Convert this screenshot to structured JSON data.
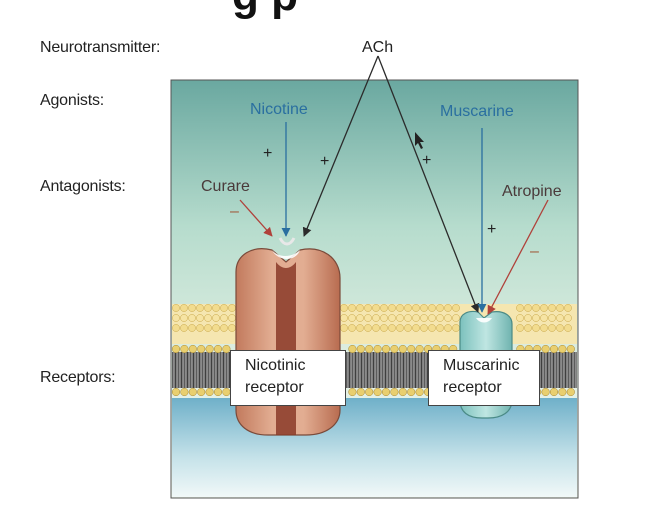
{
  "title_fragment": "g p",
  "row_labels": {
    "neurotransmitter": "Neurotransmitter:",
    "agonists": "Agonists:",
    "antagonists": "Antagonists:",
    "receptors": "Receptors:"
  },
  "neurotransmitter": "ACh",
  "agonists": {
    "nicotinic": "Nicotine",
    "muscarinic": "Muscarine"
  },
  "antagonists": {
    "nicotinic": "Curare",
    "muscarinic": "Atropine"
  },
  "signs": {
    "plus": "+",
    "minus": "–"
  },
  "receptors": {
    "nicotinic": {
      "line1": "Nicotinic",
      "line2": "receptor"
    },
    "muscarinic": {
      "line1": "Muscarinic",
      "line2": "receptor"
    }
  },
  "colors": {
    "extracellular_top": "#7fb9b0",
    "extracellular_mid": "#c7e3d6",
    "membrane_head": "#f2dc8f",
    "cytoplasm": "#8ec3d6",
    "nicotinic_receptor": "#d7987c",
    "muscarinic_receptor": "#9bd3cf",
    "agonist_arrow": "#2a6fa0",
    "antagonist_arrow": "#b0413a"
  }
}
